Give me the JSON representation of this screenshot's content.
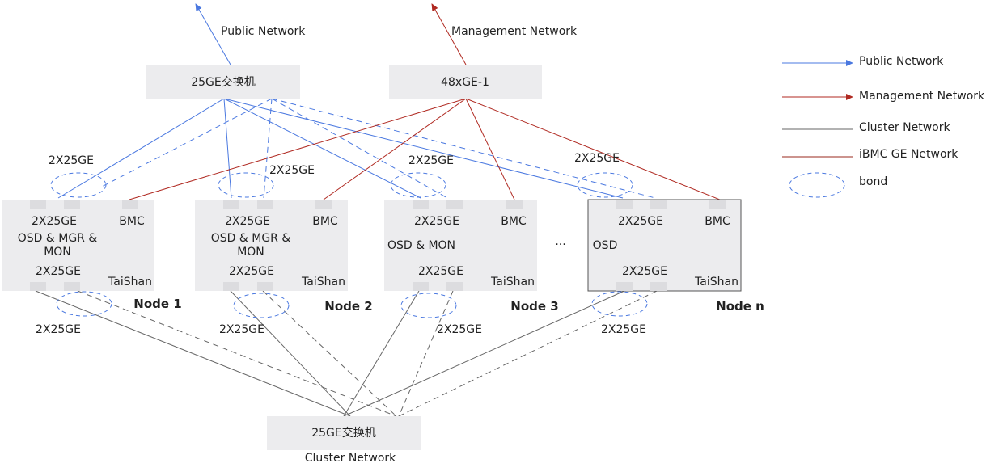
{
  "colors": {
    "public": "#4a78e0",
    "management": "#b02a22",
    "cluster": "#666666",
    "ibmc": "#9a2a1e",
    "bond": "#4a78e0",
    "box_fill": "#ececee"
  },
  "top": {
    "public_label": "Public Network",
    "management_label": "Management Network",
    "public_switch": "25GE交换机",
    "mgmt_switch": "48xGE-1"
  },
  "bottom": {
    "cluster_switch": "25GE交换机",
    "cluster_label": "Cluster Network"
  },
  "upper_bond_labels": [
    "2X25GE",
    "2X25GE",
    "2X25GE",
    "2X25GE"
  ],
  "lower_bond_labels": [
    "2X25GE",
    "2X25GE",
    "2X25GE",
    "2X25GE"
  ],
  "ellipsis": "...",
  "nodes": [
    {
      "name": "Node 1",
      "port_top": "2X25GE",
      "bmc": "BMC",
      "role_line1": "OSD & MGR &",
      "role_line2": "MON",
      "port_bottom": "2X25GE",
      "server": "TaiShan"
    },
    {
      "name": "Node 2",
      "port_top": "2X25GE",
      "bmc": "BMC",
      "role_line1": "OSD & MGR &",
      "role_line2": "MON",
      "port_bottom": "2X25GE",
      "server": "TaiShan"
    },
    {
      "name": "Node 3",
      "port_top": "2X25GE",
      "bmc": "BMC",
      "role_line1": "OSD & MON",
      "role_line2": "",
      "port_bottom": "2X25GE",
      "server": "TaiShan"
    },
    {
      "name": "Node n",
      "port_top": "2X25GE",
      "bmc": "BMC",
      "role_line1": "OSD",
      "role_line2": "",
      "port_bottom": "2X25GE",
      "server": "TaiShan"
    }
  ],
  "legend": [
    {
      "icon": "public-network-arrow-icon",
      "label": "Public Network"
    },
    {
      "icon": "management-network-arrow-icon",
      "label": "Management Network"
    },
    {
      "icon": "cluster-network-line-icon",
      "label": "Cluster Network"
    },
    {
      "icon": "ibmc-ge-network-line-icon",
      "label": "iBMC GE Network"
    },
    {
      "icon": "bond-ellipse-icon",
      "label": "bond"
    }
  ]
}
